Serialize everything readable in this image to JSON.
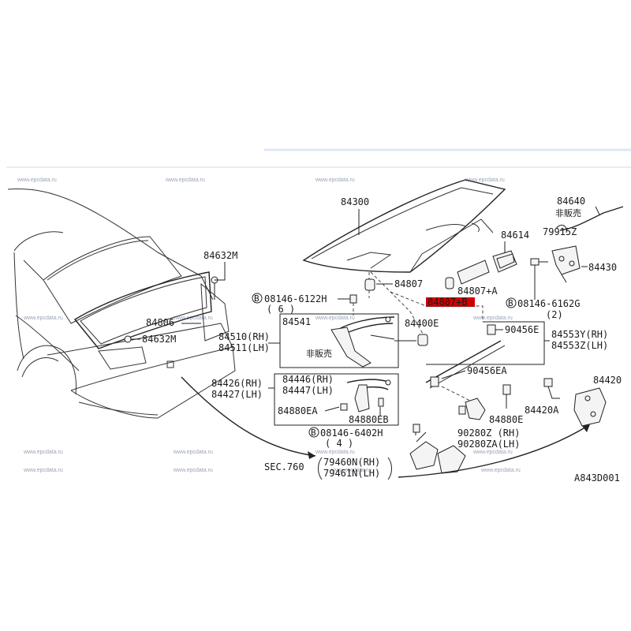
{
  "watermark_text": "www.epcdata.ru",
  "highlight_color": "#d10000",
  "blue_line_color": "#dce9f8",
  "labels": {
    "l84300": "84300",
    "l84632m_a": "84632M",
    "l84632m_b": "84632M",
    "l84806": "84806",
    "l84807": "84807",
    "l84807a": "84807+A",
    "l84807b": "84807+B",
    "l84614": "84614",
    "l84640": "84640",
    "l_nonsale1": "非販売",
    "l79915z": "79915Z",
    "l84430": "84430",
    "l08146_6122h": "08146-6122H",
    "l08146_6122h_qty": "( 6 )",
    "l08146_6162g": "08146-6162G",
    "l08146_6162g_qty": "(2)",
    "l84541": "84541",
    "l84510": "84510(RH)",
    "l84511": "84511(LH)",
    "l_nonsale2": "非販売",
    "l84400e": "84400E",
    "l90456e": "90456E",
    "l84553y": "84553Y(RH)",
    "l84553z": "84553Z(LH)",
    "l90456ea": "90456EA",
    "l84426": "84426(RH)",
    "l84427": "84427(LH)",
    "l84446": "84446(RH)",
    "l84447": "84447(LH)",
    "l84880ea": "84880EA",
    "l84880eb": "84880EB",
    "l84880e": "84880E",
    "l84420": "84420",
    "l84420a": "84420A",
    "l08146_6402h": "08146-6402H",
    "l08146_6402h_qty": "( 4 )",
    "l90280z": "90280Z (RH)",
    "l90280za": "90280ZA(LH)",
    "l_sec": "SEC.760",
    "l79460n": "79460N(RH)",
    "l79461n": "79461N(LH)",
    "l_code": "A843D001",
    "bolt_marker": "B"
  }
}
